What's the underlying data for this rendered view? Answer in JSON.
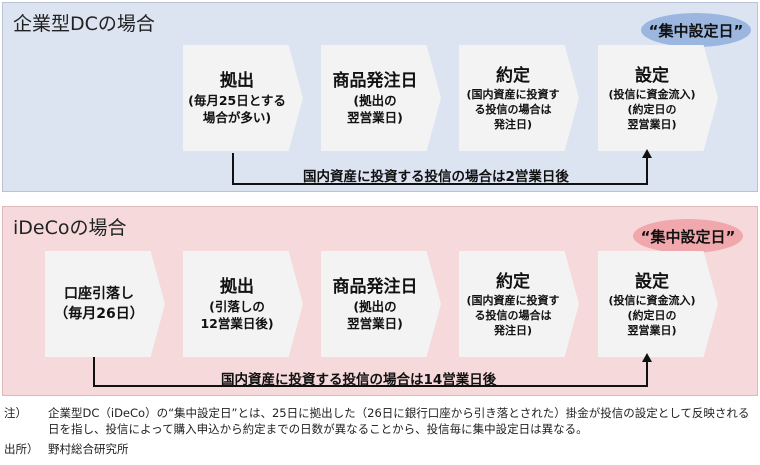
{
  "dc": {
    "title": "企業型DCの場合",
    "bubble": "“集中設定日”",
    "steps": [
      {
        "h": "拠出",
        "s": "(毎月25日とする\n場合が多い)"
      },
      {
        "h": "商品発注日",
        "s": "(拠出の\n翌営業日)"
      },
      {
        "h": "約定",
        "s": "(国内資産に投資す\nる投信の場合は\n発注日)"
      },
      {
        "h": "設定",
        "s": "(投信に資金流入)\n(約定日の\n翌営業日)"
      }
    ],
    "span_label": "国内資産に投資する投信の場合は2営業日後"
  },
  "ideco": {
    "title": "iDeCoの場合",
    "bubble": "“集中設定日”",
    "steps": [
      {
        "h": "",
        "s": "口座引落し\n（毎月26日）"
      },
      {
        "h": "拠出",
        "s": "(引落しの\n12営業日後)"
      },
      {
        "h": "商品発注日",
        "s": "(拠出の\n翌営業日)"
      },
      {
        "h": "約定",
        "s": "(国内資産に投資す\nる投信の場合は\n発注日)"
      },
      {
        "h": "設定",
        "s": "(投信に資金流入)\n(約定日の\n翌営業日)"
      }
    ],
    "span_label": "国内資産に投資する投信の場合は14営業日後"
  },
  "note": {
    "label": "注）",
    "text": "企業型DC（iDeCo）の“集中設定日”とは、25日に拠出した（26日に銀行口座から引き落とされた）掛金が投信の設定として反映される日を指し、投信によって購入申込から約定までの日数が異なることから、投信毎に集中設定日は異なる。"
  },
  "source": {
    "label": "出所）",
    "text": "野村総合研究所"
  }
}
